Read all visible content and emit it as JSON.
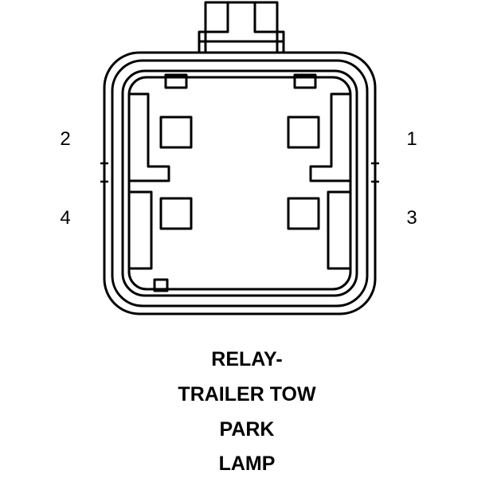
{
  "connector": {
    "pins": [
      {
        "id": "pin-1",
        "number": "1"
      },
      {
        "id": "pin-2",
        "number": "2"
      },
      {
        "id": "pin-3",
        "number": "3"
      },
      {
        "id": "pin-4",
        "number": "4"
      }
    ]
  },
  "caption": {
    "lines": [
      "RELAY-",
      "TRAILER TOW",
      "PARK",
      "LAMP"
    ]
  },
  "colors": {
    "line": "#000000",
    "background": "#ffffff"
  }
}
